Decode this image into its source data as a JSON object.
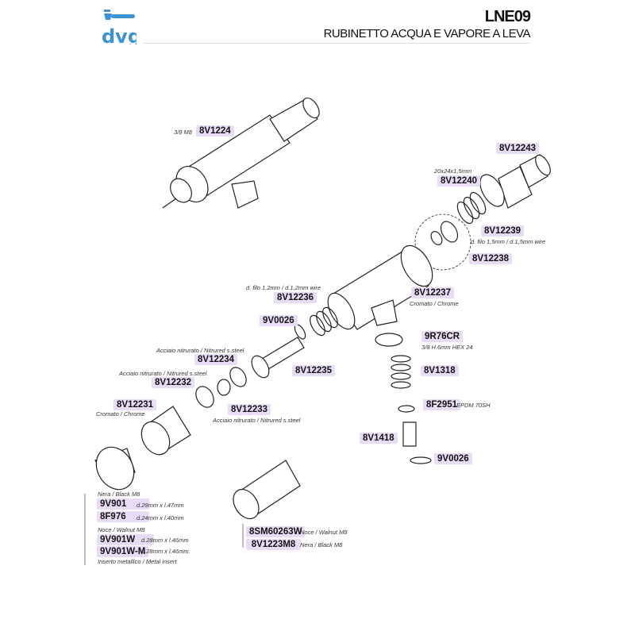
{
  "header": {
    "logo": "dvg",
    "model": "LNE09",
    "title": "RUBINETTO ACQUA E VAPORE A LEVA",
    "brand_color": "#3b93d6"
  },
  "parts": {
    "p8V1224": {
      "note": "3/8 M8",
      "code": "8V1224"
    },
    "p8V12243": {
      "code": "8V12243"
    },
    "p8V12240": {
      "note": "20x24x1,5mm",
      "code": "8V12240"
    },
    "p8V12239": {
      "code": "8V12239",
      "note": "d. filo 1,5mm / d.1,5mm wire"
    },
    "p8V12238": {
      "code": "8V12238"
    },
    "p8V12237": {
      "code": "8V12237",
      "note": "Cromato / Chrome"
    },
    "p8V12236": {
      "note": "d. filo 1,2mm / d.1,2mm wire",
      "code": "8V12236"
    },
    "p9V0026a": {
      "code": "9V0026"
    },
    "p8V12234": {
      "note": "Acciaio nitrurato / Nitrured s.steel",
      "code": "8V12234"
    },
    "p8V12235": {
      "code": "8V12235"
    },
    "p8V12232": {
      "note": "Acciaio nitrurato / Nitrured s.steel",
      "code": "8V12232"
    },
    "p8V12231": {
      "code": "8V12231",
      "note": "Cromato / Chrome"
    },
    "p8V12233": {
      "code": "8V12233",
      "note": "Acciaio nitrurato / Nitrured s.steel"
    },
    "p9R76CR": {
      "code": "9R76CR",
      "note": "3/8 H.6mm HEX 24"
    },
    "p8V1318": {
      "code": "8V1318"
    },
    "p8F2951": {
      "code": "8F2951",
      "note": "EPDM 70SH"
    },
    "p8V1418": {
      "code": "8V1418"
    },
    "p9V0026b": {
      "code": "9V0026"
    }
  },
  "knobs": {
    "black_heading": "Nera / Black M8",
    "k9V901": {
      "code": "9V901",
      "note": "d.29mm x l.47mm"
    },
    "k8F976": {
      "code": "8F976",
      "note": "d.24mm x l.40mm"
    },
    "walnut_heading": "Noce / Walnut M8",
    "k9V901W": {
      "code": "9V901W",
      "note": "d.28mm x l.46mm"
    },
    "k9V901WM": {
      "code": "9V901W-M",
      "note": "d.28mm x l.46mm"
    },
    "metal_insert": "Inserto metallico / Metal insert"
  },
  "handles": {
    "h8SM60263W": {
      "code": "8SM60263W",
      "note": "Noce / Walnut M8"
    },
    "h8V1223M8": {
      "code": "8V1223M8",
      "note": "Nera / Black M8"
    }
  }
}
